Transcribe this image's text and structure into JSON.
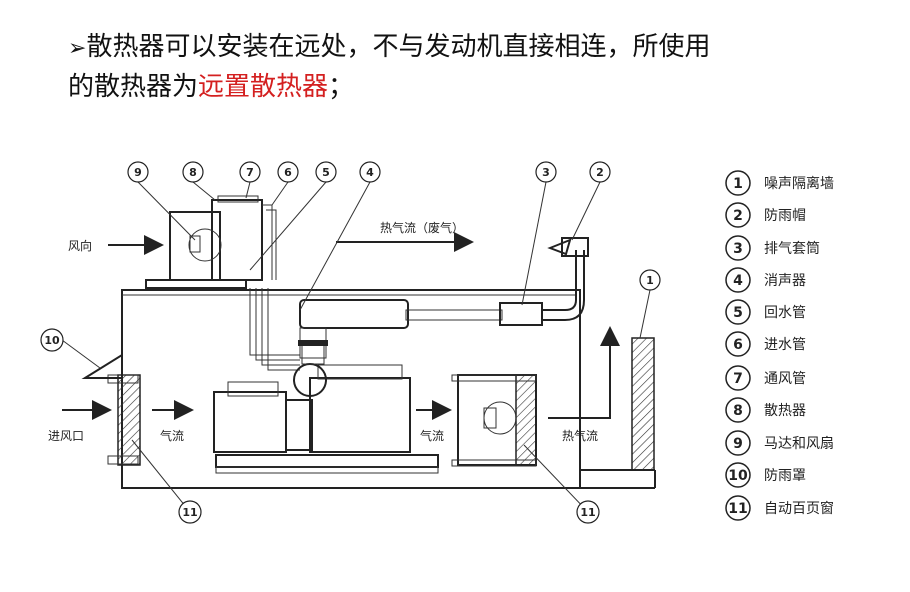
{
  "heading": {
    "bullet": "➢",
    "line1": "散热器可以安装在远处，不与发动机直接相连，所使用",
    "line2_prefix": "的散热器为",
    "line2_highlight": "远置散热器",
    "line2_suffix": "；",
    "highlight_color": "#d42020"
  },
  "diagram": {
    "labels": {
      "wind_dir": "风向",
      "hot_air_exhaust": "热气流（废气）",
      "air_inlet": "进风口",
      "airflow_1": "气流",
      "airflow_2": "气流",
      "hot_airflow": "热气流"
    },
    "callouts": [
      "9",
      "8",
      "7",
      "6",
      "5",
      "4",
      "3",
      "2",
      "1",
      "10",
      "11",
      "11"
    ]
  },
  "legend": [
    {
      "num": "1",
      "text": "噪声隔离墙"
    },
    {
      "num": "2",
      "text": "防雨帽"
    },
    {
      "num": "3",
      "text": "排气套筒"
    },
    {
      "num": "4",
      "text": "消声器"
    },
    {
      "num": "5",
      "text": "回水管"
    },
    {
      "num": "6",
      "text": "进水管"
    },
    {
      "num": "7",
      "text": "通风管"
    },
    {
      "num": "8",
      "text": "散热器"
    },
    {
      "num": "9",
      "text": "马达和风扇"
    },
    {
      "num": "10",
      "text": "防雨罩"
    },
    {
      "num": "11",
      "text": "自动百页窗"
    }
  ]
}
